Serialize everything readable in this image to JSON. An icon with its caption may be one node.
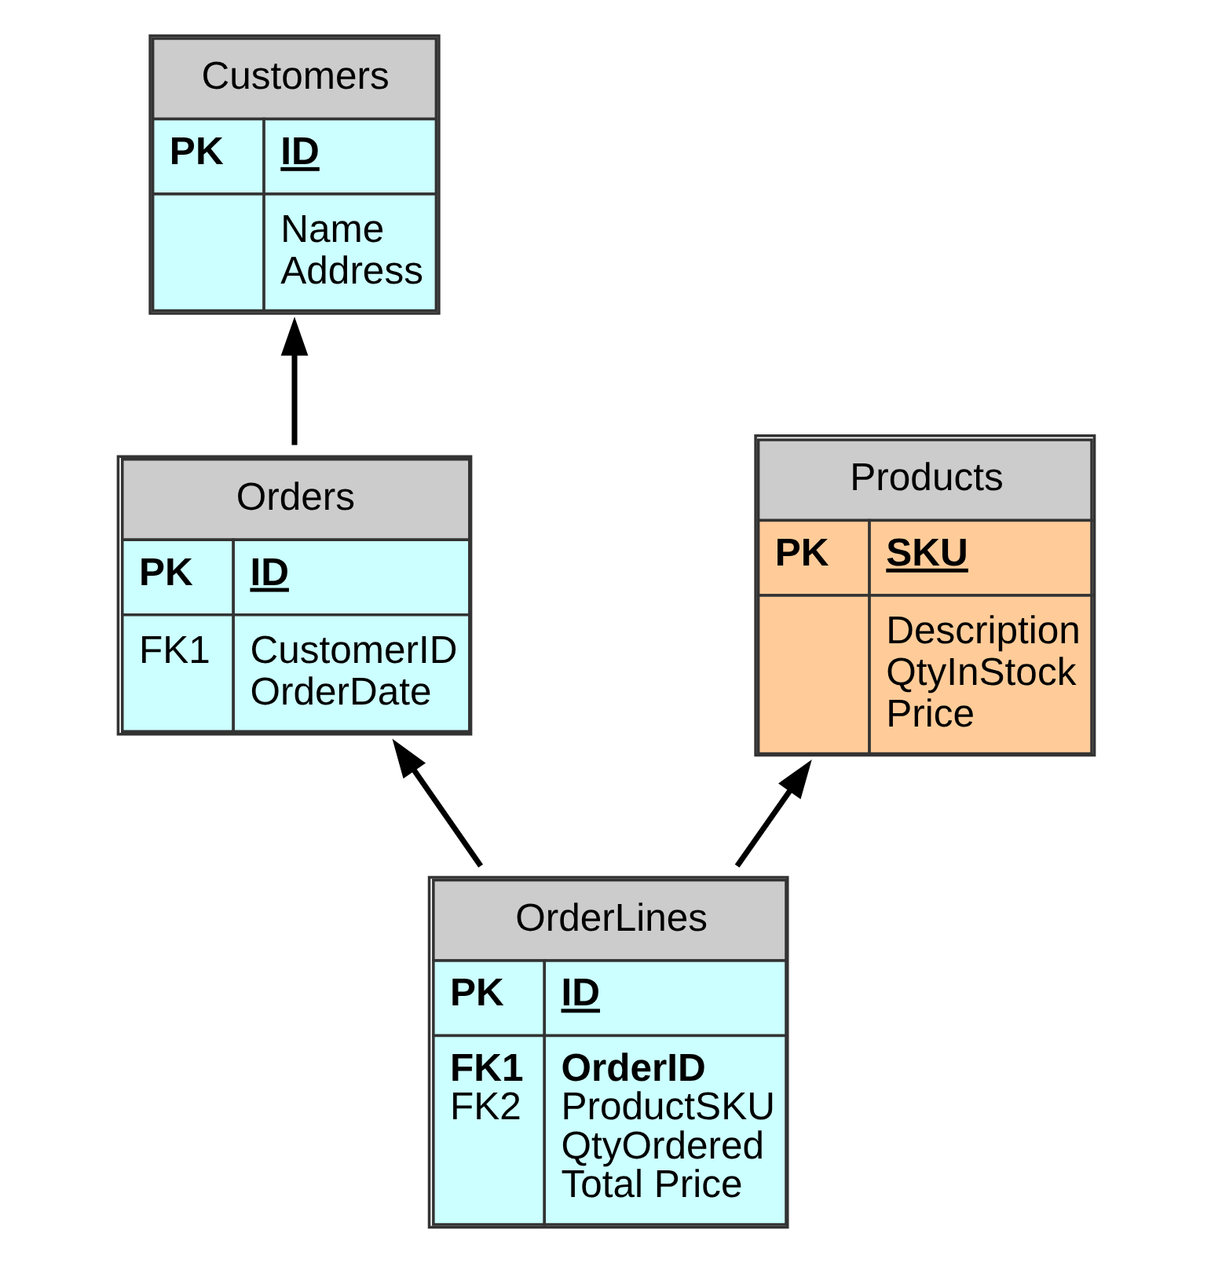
{
  "diagram": {
    "nodes": [
      {
        "text": [
          "Customers",
          "PK",
          "ID",
          "Name",
          "Address"
        ]
      },
      {
        "text": [
          "Orders",
          "PK",
          "ID",
          "FK1",
          "CustomerID",
          "OrderDate"
        ]
      },
      {
        "text": [
          "OrderLines",
          "PK",
          "ID",
          "FK1",
          "FK2",
          "OrderID",
          "ProductSKU",
          "QtyOrdered",
          "Total Price"
        ]
      },
      {
        "text": [
          "Products",
          "PK",
          "SKU",
          "Description",
          "QtyInStock",
          "Price"
        ]
      }
    ],
    "edges": [
      {
        "from": 1,
        "to": 0,
        "arrow": "to"
      },
      {
        "from": 2,
        "to": 1,
        "arrow": "to"
      },
      {
        "from": 2,
        "to": 3,
        "arrow": "to"
      }
    ]
  }
}
